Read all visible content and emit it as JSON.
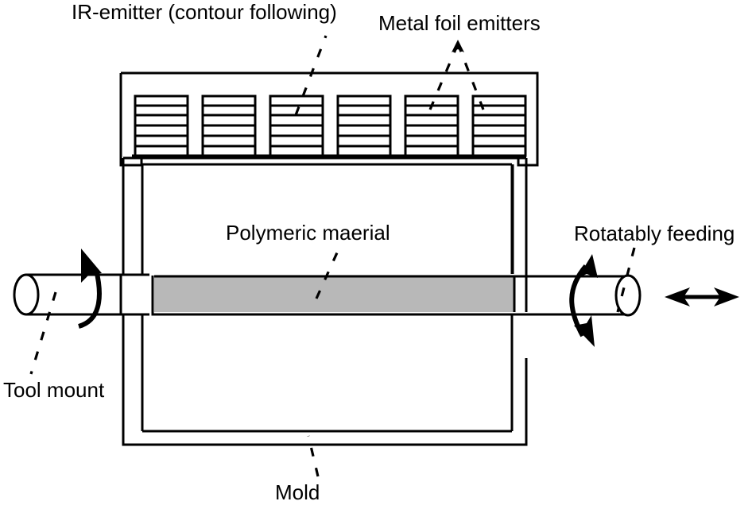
{
  "figure": {
    "title_visible": false,
    "background_color": "#ffffff",
    "line_color": "#000000",
    "polymer_fill_color": "#b8b8b8"
  },
  "labels": {
    "ir_emitter": "IR-emitter (contour following)",
    "metal_foil": "Metal foil emitters",
    "polymeric_material": "Polymeric maerial",
    "rotatably_feeding": "Rotatably feeding",
    "tool_mount": "Tool mount",
    "mold": "Mold"
  },
  "components": {
    "emitter_bank": {
      "name": "IR emitter bank",
      "emitter_count": 6,
      "stripes_per_emitter": 6
    },
    "mold": {
      "name": "Mold",
      "walls": "double-wall nested rectangular enclosure open at left and right for shaft"
    },
    "polymer_layer": {
      "name": "Polymeric material layer",
      "fill": "#b8b8b8"
    },
    "left_shaft": {
      "name": "Tool mount shaft",
      "motion": "rotation (single curved arrow, counter-clockwise)"
    },
    "right_shaft": {
      "name": "Rotatably feeding shaft",
      "motion": "rotation (double curved arrow) and linear translation (double straight arrow)"
    }
  },
  "annotations": {
    "leader_lines": [
      {
        "from": "ir_emitter",
        "style": "dashed"
      },
      {
        "from": "metal_foil",
        "style": "dashed-fork-two-branches"
      },
      {
        "from": "polymeric_material",
        "style": "dashed"
      },
      {
        "from": "rotatably_feeding",
        "style": "dashed"
      },
      {
        "from": "tool_mount",
        "style": "dashed"
      },
      {
        "from": "mold",
        "style": "dashed"
      }
    ]
  }
}
